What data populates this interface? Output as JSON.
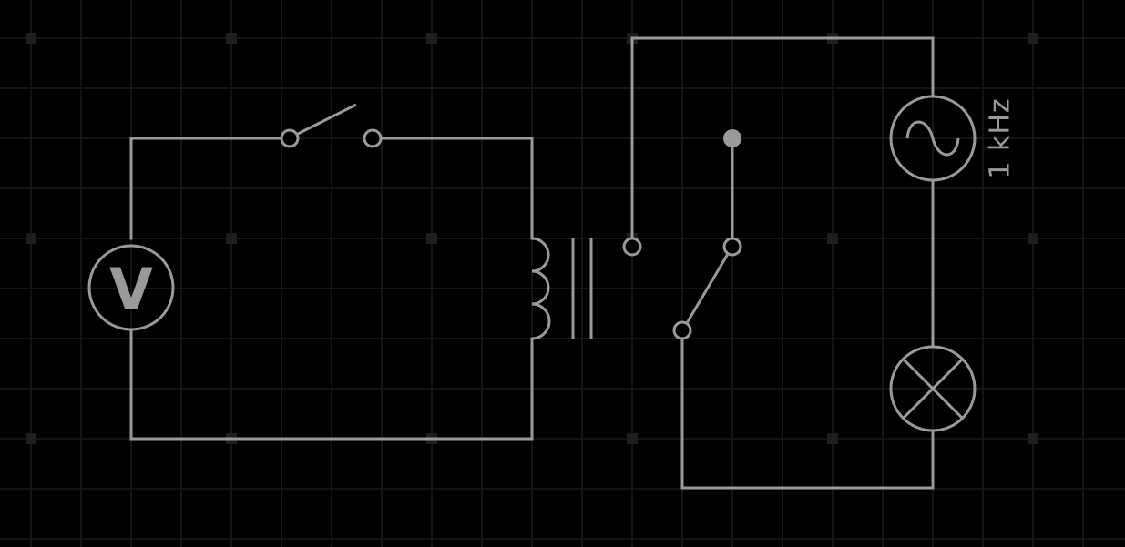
{
  "colors": {
    "background": "#000000",
    "grid_minor": "#1a1a1a",
    "grid_dot": "#1e1e1e",
    "stroke": "#9a9a9a"
  },
  "primary_circuit": {
    "voltmeter": {
      "icon": "voltmeter-icon",
      "letter": "V"
    },
    "switch": {
      "icon": "spst-switch-icon",
      "state": "open"
    },
    "coil": {
      "icon": "inductor-coil-icon",
      "turns": 3
    }
  },
  "transformer": {
    "icon": "iron-core-icon"
  },
  "secondary_circuit": {
    "switch": {
      "icon": "changeover-switch-icon"
    },
    "ac_source": {
      "icon": "ac-source-icon",
      "frequency_label": "1 kHz"
    },
    "lamp": {
      "icon": "lamp-icon"
    }
  }
}
